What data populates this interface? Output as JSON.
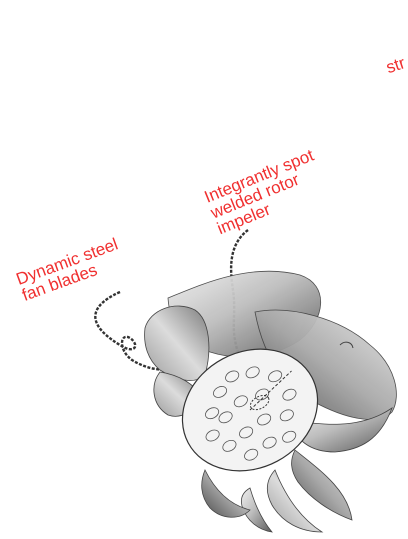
{
  "labels": {
    "dynamic": [
      "Dynamic steel",
      "fan blades"
    ],
    "welded": [
      "Integrantly spot",
      "welded rotor",
      "impeler"
    ],
    "partial": "str"
  },
  "colors": {
    "label_text": "#f03030",
    "leader_line": "#333333",
    "blade_light": "#d9d9d9",
    "blade_dark": "#6f6f6f",
    "hub": "#f2f2f2"
  }
}
